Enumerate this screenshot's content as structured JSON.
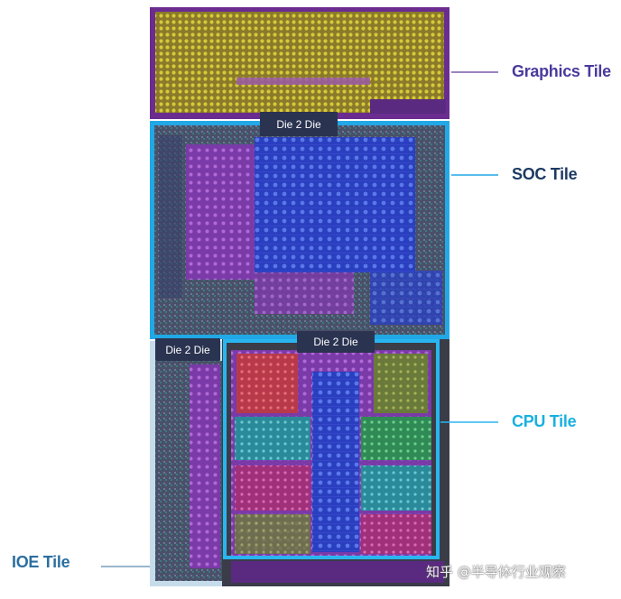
{
  "tiles": {
    "graphics": "Graphics Tile",
    "soc": "SOC Tile",
    "cpu": "CPU Tile",
    "ioe": "IOE Tile"
  },
  "die_to_die": {
    "top": "Die 2 Die",
    "left": "Die 2 Die",
    "cpu": "Die 2 Die"
  },
  "watermark": "知乎 @半导体行业观察",
  "colors": {
    "graphics_label": "#4b3a9c",
    "soc_label": "#1d3a62",
    "cpu_label": "#1ab0e0",
    "ioe_label": "#2c6fa0",
    "graphics_border": "#6a2d8f",
    "soc_border": "#22a8e6",
    "cpu_border": "#29b6f0",
    "ioe_border": "#c6dcea"
  }
}
